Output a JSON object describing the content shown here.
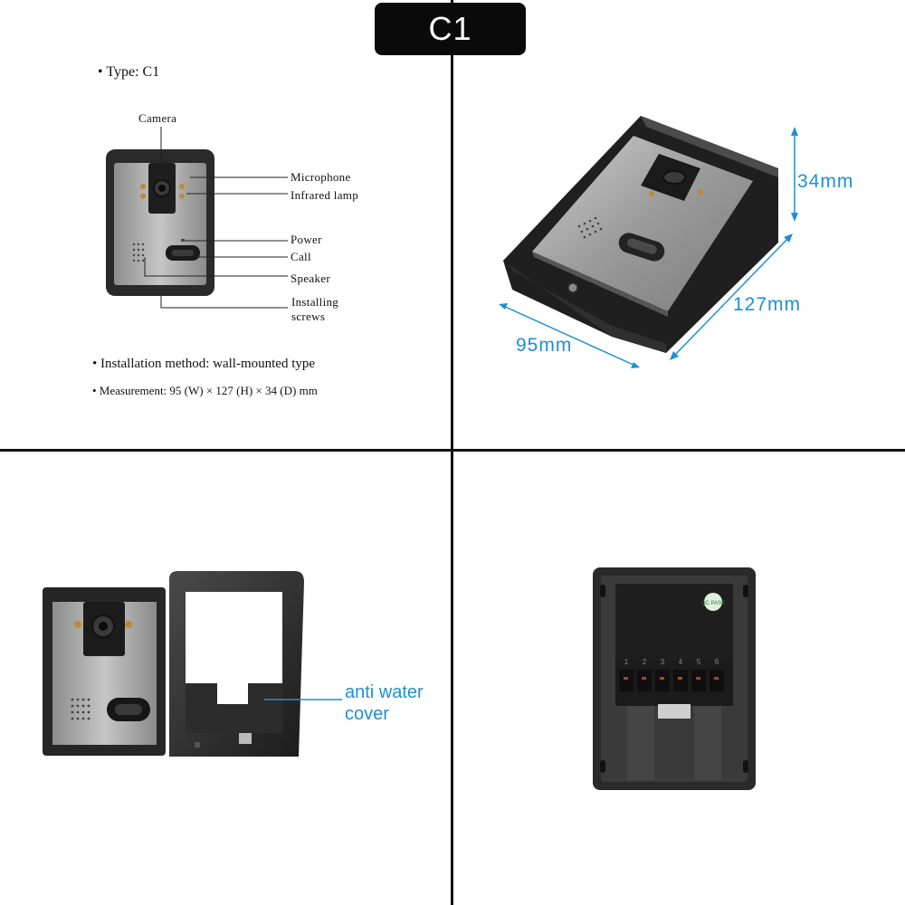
{
  "title": "C1",
  "specs": {
    "type": "• Type:  C1",
    "installation": "• Installation method:   wall-mounted type",
    "measurement": "• Measurement: 95 (W) × 127 (H) × 34 (D) mm"
  },
  "callouts": {
    "camera": "Camera",
    "microphone": "Microphone",
    "infrared": "Infrared lamp",
    "power": "Power",
    "call": "Call",
    "speaker": "Speaker",
    "installing_1": "Installing",
    "installing_2": "screws"
  },
  "dimensions": {
    "depth": "34mm",
    "height": "127mm",
    "width": "95mm"
  },
  "cover_label": {
    "line1": "anti water",
    "line2": "cover"
  },
  "colors": {
    "accent_blue": "#1e8fd6",
    "badge": "#0a0a0a",
    "housing": "#2b2b2b",
    "panel": "#9a9a9a"
  },
  "back_panel": {
    "terminals": [
      "1",
      "2",
      "3",
      "4",
      "5",
      "6"
    ],
    "sticker": "QC PASS"
  }
}
